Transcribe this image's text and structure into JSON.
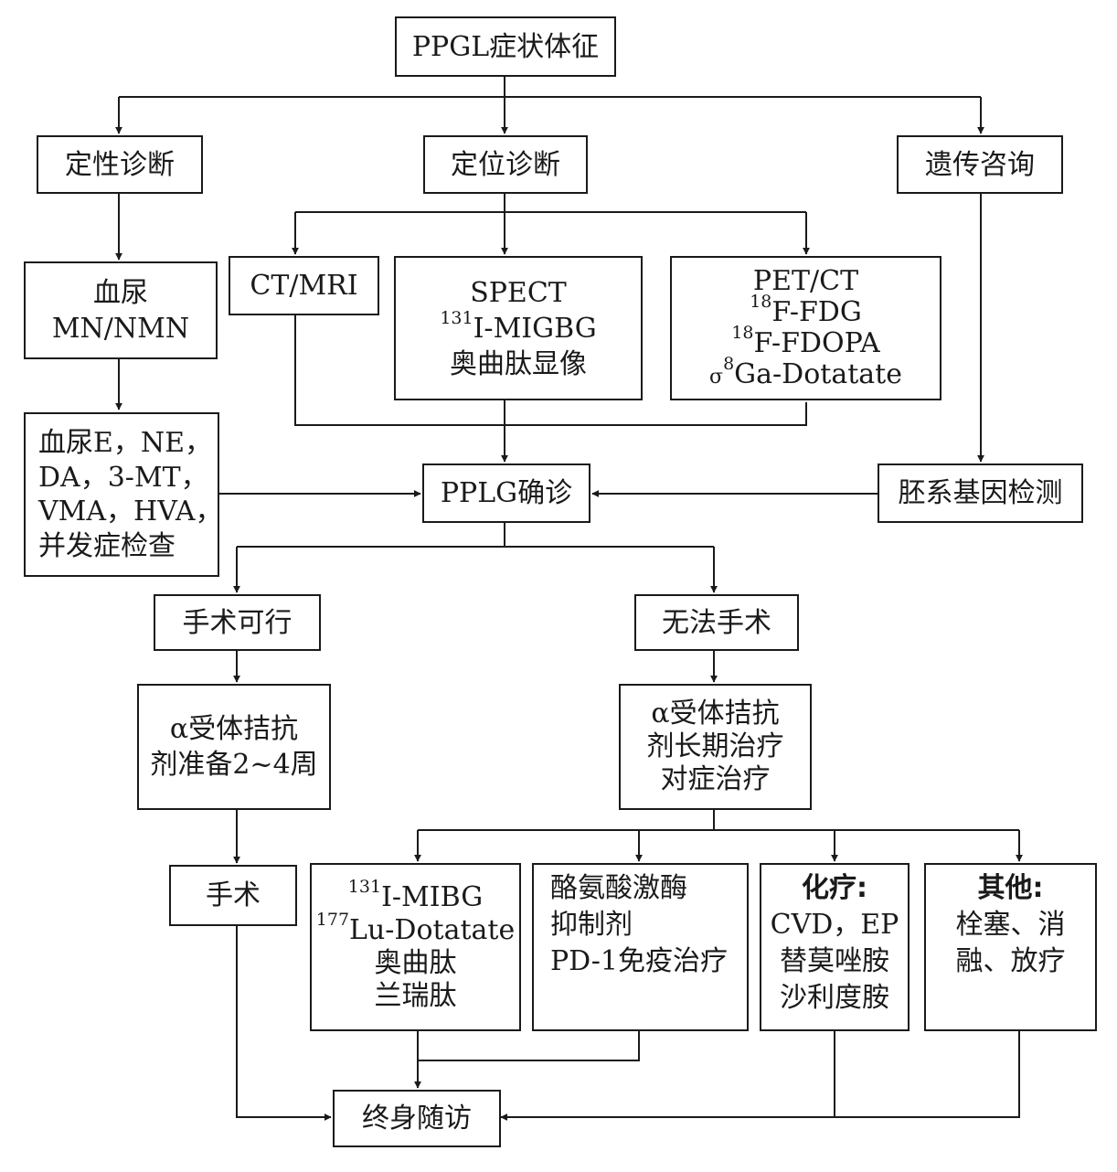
{
  "nodes": {
    "symptoms": "PPGL症状体征",
    "qualitative_dx": "定性诊断",
    "localization_dx": "定位诊断",
    "genetic_counseling": "遗传咨询",
    "blood_urine_mn": [
      "血尿",
      "MN/NMN"
    ],
    "ct_mri": "CT/MRI",
    "spect": {
      "line1": "SPECT",
      "line2_sup": "131",
      "line2": "I-MIGBG",
      "line3": "奥曲肽显像"
    },
    "pet_ct": {
      "line1": "PET/CT",
      "line2_sup": "18",
      "line2": "F-FDG",
      "line3_sup": "18",
      "line3": "F-FDOPA",
      "line4_prefix": "σ",
      "line4_sup": "8",
      "line4": "Ga-Dotatate"
    },
    "lab_tests": [
      "血尿E，NE，",
      "DA，3-MT，",
      "VMA，HVA，",
      "并发症检查"
    ],
    "confirmed": "PPLG确诊",
    "germline_test": "胚系基因检测",
    "surgery_feasible": "手术可行",
    "inoperable": "无法手术",
    "alpha_prep": [
      "α受体拮抗",
      "剂准备2~4周"
    ],
    "alpha_long": [
      "α受体拮抗",
      "剂长期治疗",
      "对症治疗"
    ],
    "surgery": "手术",
    "radionuclide": {
      "line1_sup": "131",
      "line1": "I-MIBG",
      "line2_sup": "177",
      "line2": "Lu-Dotatate",
      "line3": "奥曲肽",
      "line4": "兰瑞肽"
    },
    "tki": [
      "酪氨酸激酶",
      "抑制剂",
      "PD-1免疫治疗"
    ],
    "chemo": {
      "title": "化疗:",
      "lines": [
        "CVD，EP",
        "替莫唑胺",
        "沙利度胺"
      ]
    },
    "others": {
      "title": "其他:",
      "lines": [
        "栓塞、消",
        "融、放疗"
      ]
    },
    "follow_up": "终身随访"
  },
  "colors": {
    "line": "#1a1a1a",
    "background": "#ffffff"
  }
}
